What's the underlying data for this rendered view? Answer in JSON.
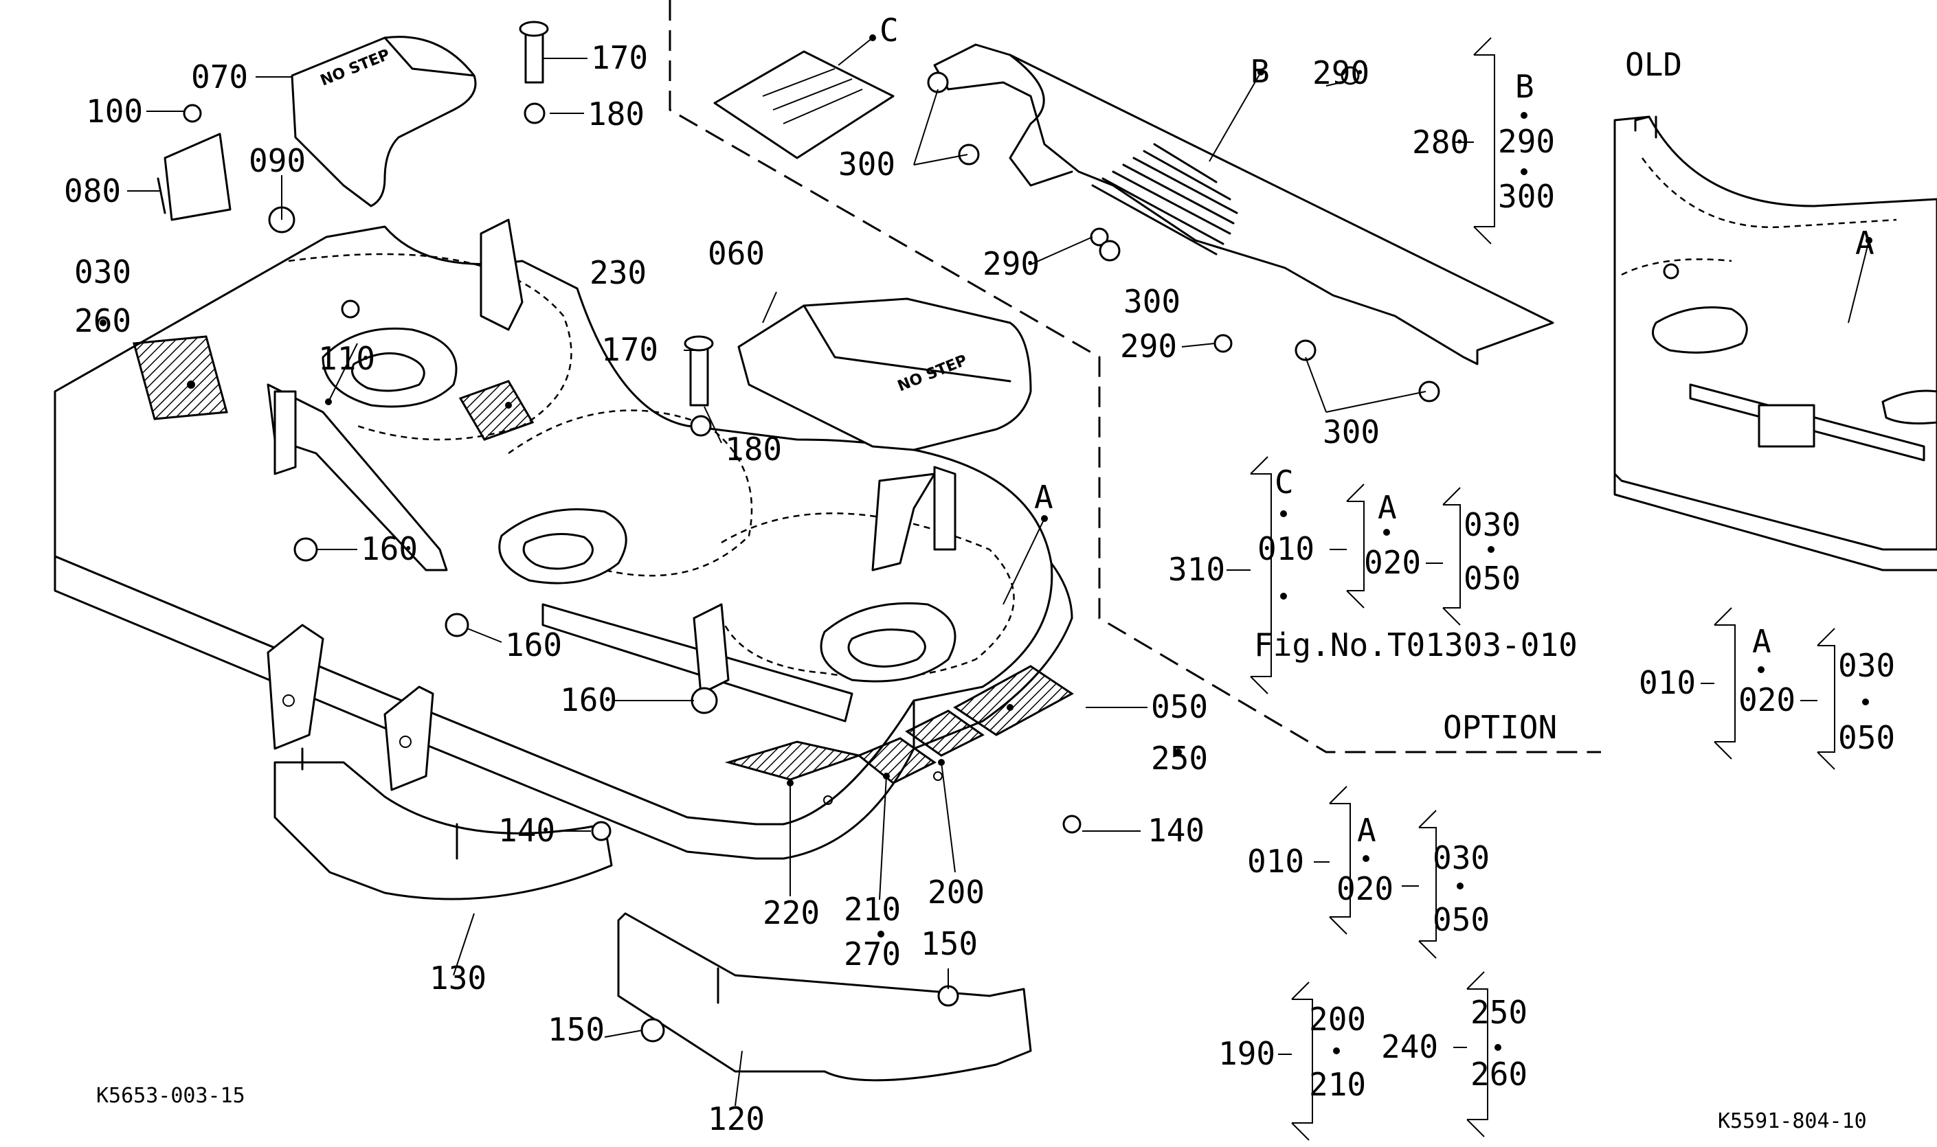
{
  "labels": {
    "p070": "070",
    "p100": "100",
    "p080": "080",
    "p090": "090",
    "p030": "030",
    "p260": "260",
    "p110": "110",
    "p170a": "170",
    "p180a": "180",
    "p230": "230",
    "p060": "060",
    "p170b": "170",
    "p180b": "180",
    "p160a": "160",
    "p160b": "160",
    "p160c": "160",
    "pA_main": "A",
    "p050": "050",
    "p250": "250",
    "p140a": "140",
    "p140b": "140",
    "p220": "220",
    "p210": "210",
    "p270": "270",
    "p200": "200",
    "p150a": "150",
    "p150b": "150",
    "p130": "130",
    "p120": "120",
    "pC": "C",
    "pB": "B",
    "p290a": "290",
    "p300a": "300",
    "p290b": "290",
    "p300b": "300",
    "p290c": "290",
    "p300c": "300",
    "option": "OPTION",
    "old": "OLD",
    "pA_old": "A"
  },
  "groups": {
    "g280": {
      "parent": "280",
      "items": [
        "B",
        "290",
        "300"
      ]
    },
    "g310": {
      "parent": "310",
      "col1": [
        "C",
        "010"
      ],
      "sub1": "A",
      "sub1_item": "020",
      "col3": [
        "030",
        "050"
      ]
    },
    "fig_no": "Fig.No.T01303-010",
    "g010_old": {
      "parent": "010",
      "top": "A",
      "mid": "020",
      "col3": [
        "030",
        "050"
      ]
    },
    "g010_main": {
      "parent": "010",
      "top": "A",
      "mid": "020",
      "col3": [
        "030",
        "050"
      ]
    },
    "g190": {
      "parent": "190",
      "items": [
        "200",
        "210"
      ]
    },
    "g240": {
      "parent": "240",
      "items": [
        "250",
        "260"
      ]
    }
  },
  "decals": {
    "cover_front": "NO STEP",
    "cover_rear": "NO STEP"
  },
  "refs": {
    "left": "K5653-003-15",
    "right": "K5591-804-10"
  }
}
